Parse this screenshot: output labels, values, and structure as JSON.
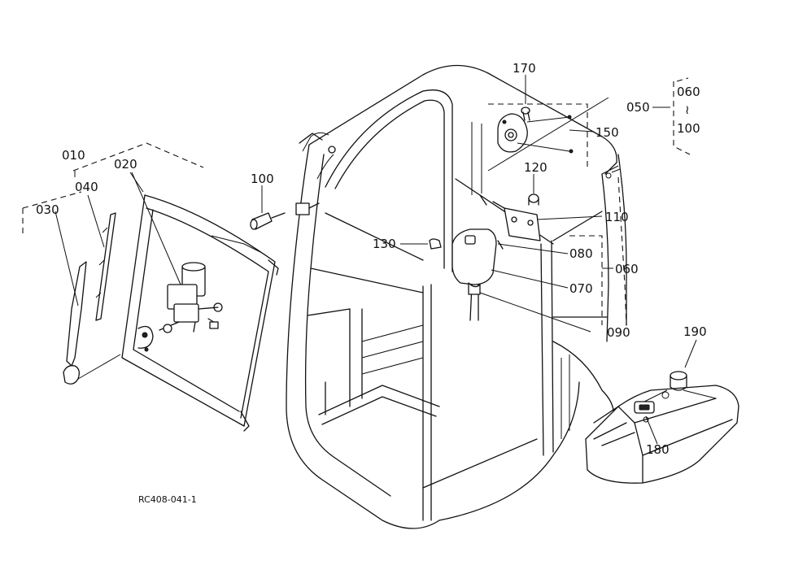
{
  "labels": {
    "p010": "010",
    "p020": "020",
    "p030": "030",
    "p040": "040",
    "p050": "050",
    "p060a": "060",
    "p060b": "060",
    "p070": "070",
    "p080": "080",
    "p090": "090",
    "p100a": "100",
    "p100b": "100",
    "p110": "110",
    "p120": "120",
    "p130": "130",
    "p150": "150",
    "p170": "170",
    "p180": "180",
    "p190": "190",
    "range_sep": "≀",
    "drawing_ref": "RC408-041-1"
  }
}
